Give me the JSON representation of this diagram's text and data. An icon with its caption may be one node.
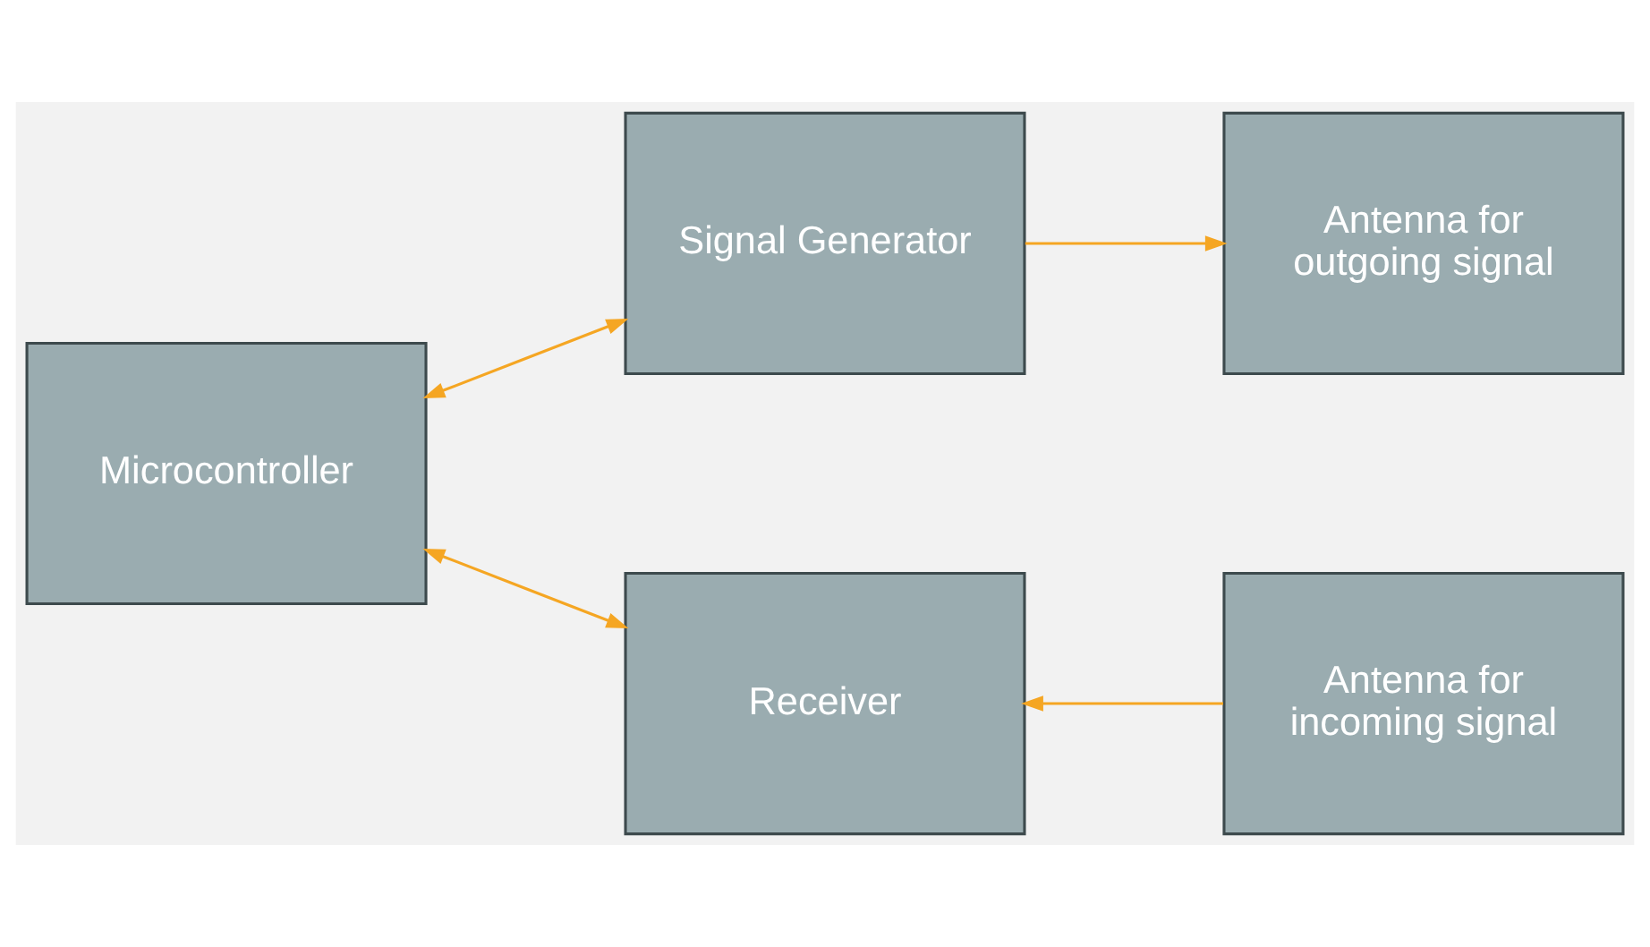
{
  "diagram": {
    "nodes": [
      {
        "text": [
          "Signal Generator"
        ]
      },
      {
        "text": [
          "Antenna for outgoing signal"
        ]
      },
      {
        "text": [
          "Microcontroller"
        ]
      },
      {
        "text": [
          "Receiver"
        ]
      },
      {
        "text": [
          "Antenna for incoming signal"
        ]
      }
    ],
    "edges": [
      {
        "from": 2,
        "to": 0,
        "arrow": "both"
      },
      {
        "from": 0,
        "to": 1,
        "arrow": "to"
      },
      {
        "from": 2,
        "to": 3,
        "arrow": "both"
      },
      {
        "from": 4,
        "to": 3,
        "arrow": "to"
      }
    ]
  }
}
